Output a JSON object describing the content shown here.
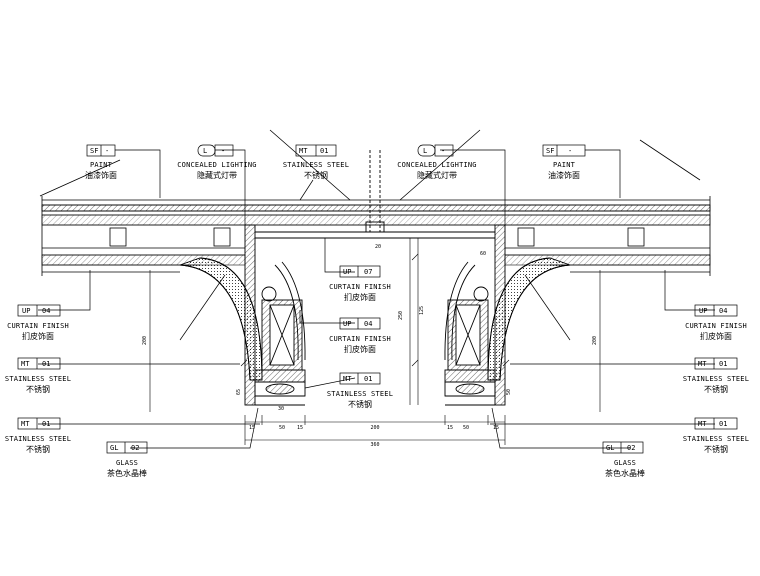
{
  "tags": {
    "paint_left": {
      "code": "SF",
      "num": "-",
      "en": "PAINT",
      "cn": "油漆饰面"
    },
    "lighting_left": {
      "code": "L",
      "num": "-",
      "en": "CONCEALED LIGHTING",
      "cn": "隐藏式灯带"
    },
    "steel_top": {
      "code": "MT",
      "num": "01",
      "en": "STAINLESS STEEL",
      "cn": "不锈钢"
    },
    "lighting_right": {
      "code": "L",
      "num": "-",
      "en": "CONCEALED LIGHTING",
      "cn": "隐藏式灯带"
    },
    "paint_right": {
      "code": "SF",
      "num": "-",
      "en": "PAINT",
      "cn": "油漆饰面"
    },
    "curtain_center_07": {
      "code": "UP",
      "num": "07",
      "en": "CURTAIN FINISH",
      "cn": "扪皮饰面"
    },
    "curtain_center_04": {
      "code": "UP",
      "num": "04",
      "en": "CURTAIN FINISH",
      "cn": "扪皮饰面"
    },
    "steel_center": {
      "code": "MT",
      "num": "01",
      "en": "STAINLESS STEEL",
      "cn": "不锈钢"
    },
    "curtain_left": {
      "code": "UP",
      "num": "04",
      "en": "CURTAIN FINISH",
      "cn": "扪皮饰面"
    },
    "steel_left_1": {
      "code": "MT",
      "num": "01",
      "en": "STAINLESS STEEL",
      "cn": "不锈钢"
    },
    "steel_left_2": {
      "code": "MT",
      "num": "01",
      "en": "STAINLESS STEEL",
      "cn": "不锈钢"
    },
    "glass_left": {
      "code": "GL",
      "num": "02",
      "en": "GLASS",
      "cn": "茶色水晶棒"
    },
    "curtain_right": {
      "code": "UP",
      "num": "04",
      "en": "CURTAIN FINISH",
      "cn": "扪皮饰面"
    },
    "steel_right_1": {
      "code": "MT",
      "num": "01",
      "en": "STAINLESS STEEL",
      "cn": "不锈钢"
    },
    "steel_right_2": {
      "code": "MT",
      "num": "01",
      "en": "STAINLESS STEEL",
      "cn": "不锈钢"
    },
    "glass_right": {
      "code": "GL",
      "num": "02",
      "en": "GLASS",
      "cn": "茶色水晶棒"
    }
  },
  "dimensions": {
    "bottom_total": "360",
    "bottom_center": "200",
    "seg_15": "15",
    "seg_50": "50",
    "height_250": "250",
    "height_125": "125",
    "height_200_left": "200",
    "height_200_right": "200",
    "small_60": "60",
    "small_65": "65",
    "small_50": "50",
    "small_30": "30",
    "small_20": "20"
  }
}
